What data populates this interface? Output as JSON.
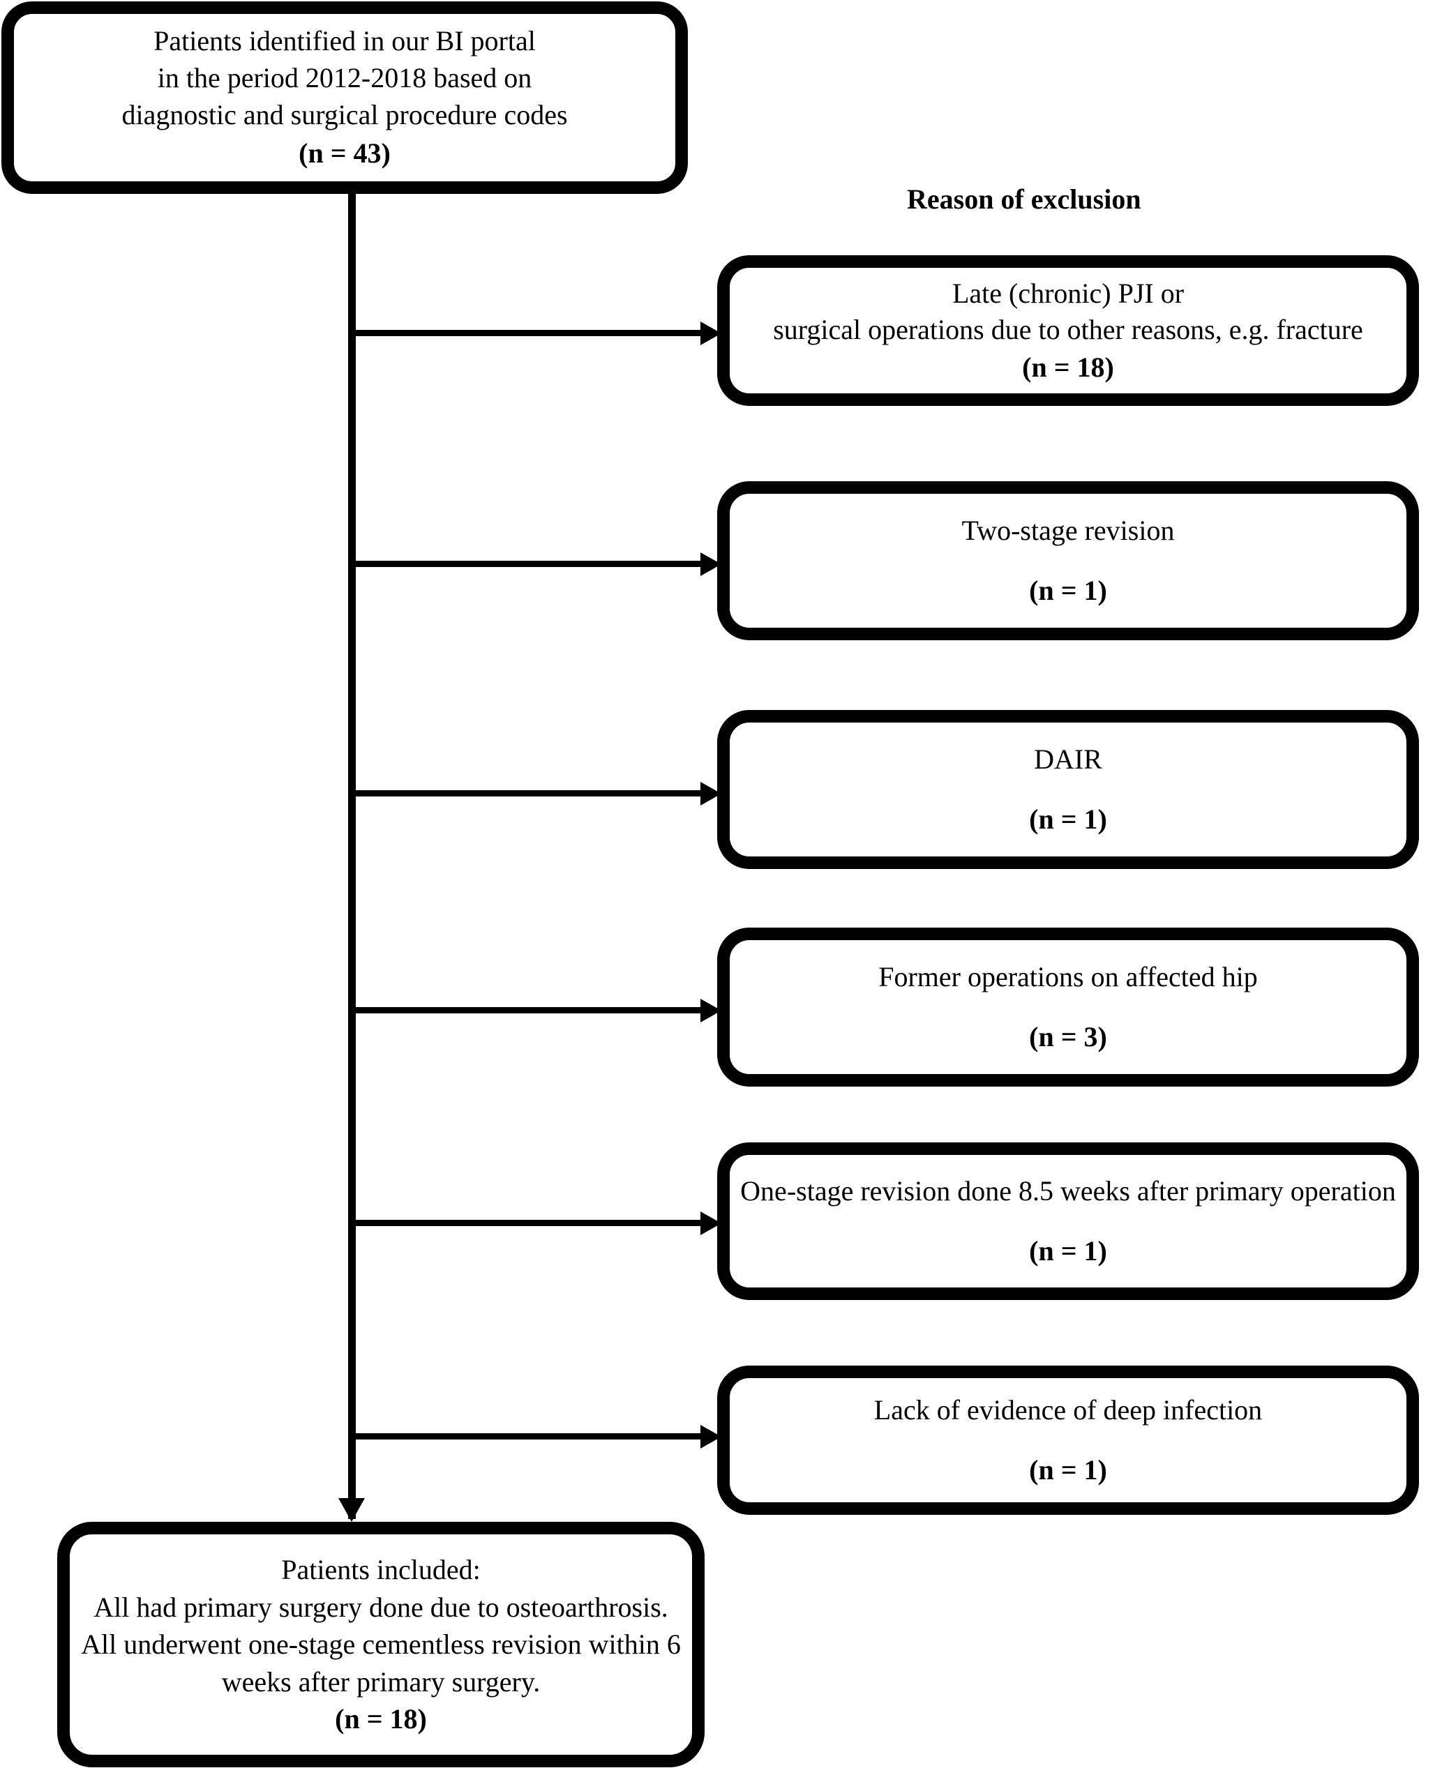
{
  "figure": {
    "type": "flowchart",
    "title": "Patient inclusion and exclusion flow diagram"
  },
  "source_box": {
    "line1": "Patients identified in our BI portal",
    "line2": "in the period 2012-2018 based on",
    "line3": "diagnostic and surgical procedure codes",
    "count": "(n = 43)"
  },
  "exclusion_heading": "Reason of exclusion",
  "exclusions": [
    {
      "line1": "Late (chronic) PJI or",
      "line2": "surgical operations due to other reasons, e.g. fracture",
      "count": "(n = 18)"
    },
    {
      "line1": "Two-stage revision",
      "line2": "",
      "count": "(n = 1)"
    },
    {
      "line1": "DAIR",
      "line2": "",
      "count": "(n = 1)"
    },
    {
      "line1": "Former operations on affected hip",
      "line2": "",
      "count": "(n = 3)"
    },
    {
      "line1": "One-stage revision done 8.5 weeks after primary operation",
      "line2": "",
      "count": "(n = 1)"
    },
    {
      "line1": "Lack of evidence of deep infection",
      "line2": "",
      "count": "(n = 1)"
    }
  ],
  "included_box": {
    "line1": "Patients included:",
    "line2": "All had primary surgery done due to osteoarthrosis.",
    "line3": "All underwent one-stage cementless revision within 6",
    "line4": "weeks after primary surgery.",
    "count": "(n = 18)"
  },
  "colors": {
    "stroke": "#000000",
    "fill": "#ffffff"
  }
}
